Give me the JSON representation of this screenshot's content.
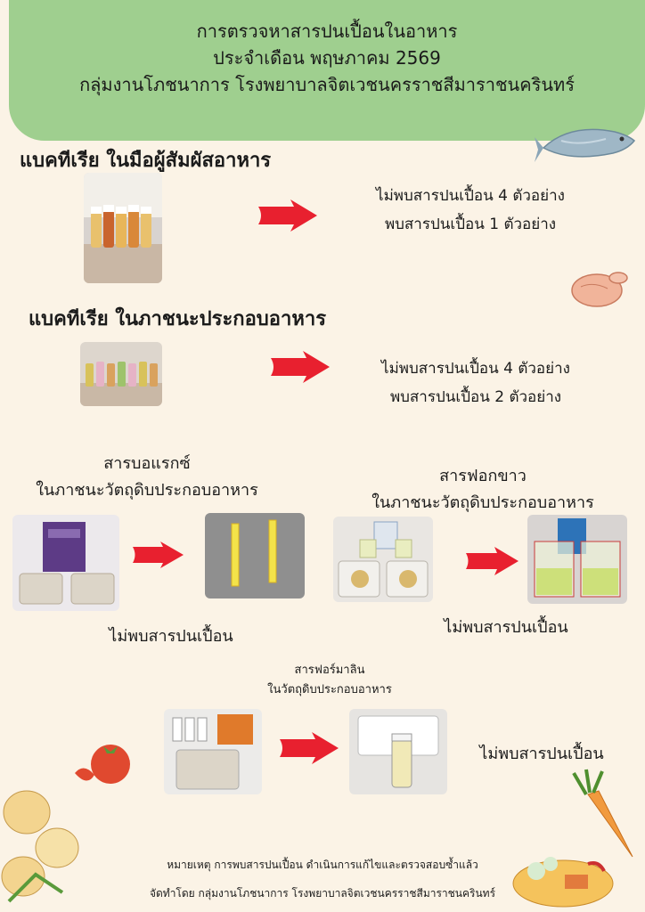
{
  "header": {
    "line1": "การตรวจหาสารปนเปื้อนในอาหาร",
    "line2": "ประจำเดือน พฤษภาคม 2569",
    "line3": "กลุ่มงานโภชนาการ โรงพยาบาลจิตเวชนครราชสีมาราชนครินทร์"
  },
  "section1": {
    "title": "แบคทีเรีย ในมือผู้สัมผัสอาหาร",
    "result_negative": "ไม่พบสารปนเปื้อน 4 ตัวอย่าง",
    "result_positive": "พบสารปนเปื้อน 1 ตัวอย่าง"
  },
  "section2": {
    "title": "แบคทีเรีย ในภาชนะประกอบอาหาร",
    "result_negative": "ไม่พบสารปนเปื้อน 4 ตัวอย่าง",
    "result_positive": "พบสารปนเปื้อน 2 ตัวอย่าง"
  },
  "section3": {
    "title_line1": "สารบอแรกซ์",
    "title_line2": "ในภาชนะวัตถุดิบประกอบอาหาร",
    "result": "ไม่พบสารปนเปื้อน"
  },
  "section4": {
    "title_line1": "สารฟอกขาว",
    "title_line2": "ในภาชนะวัตถุดิบประกอบอาหาร",
    "result": "ไม่พบสารปนเปื้อน"
  },
  "section5": {
    "title_line1": "สารฟอร์มาลิน",
    "title_line2": "ในวัตถุดิบประกอบอาหาร",
    "result": "ไม่พบสารปนเปื้อน"
  },
  "footer": {
    "note": "หมายเหตุ การพบสารปนเปื้อน ดำเนินการแก้ไขและตรวจสอบซ้ำแล้ว",
    "credit": "จัดทำโดย กลุ่มงานโภชนาการ โรงพยาบาลจิตเวชนครราชสีมาราชนครินทร์"
  },
  "colors": {
    "header_bg": "#9fcf8f",
    "page_bg": "#fbf3e6",
    "arrow": "#e8202f"
  }
}
